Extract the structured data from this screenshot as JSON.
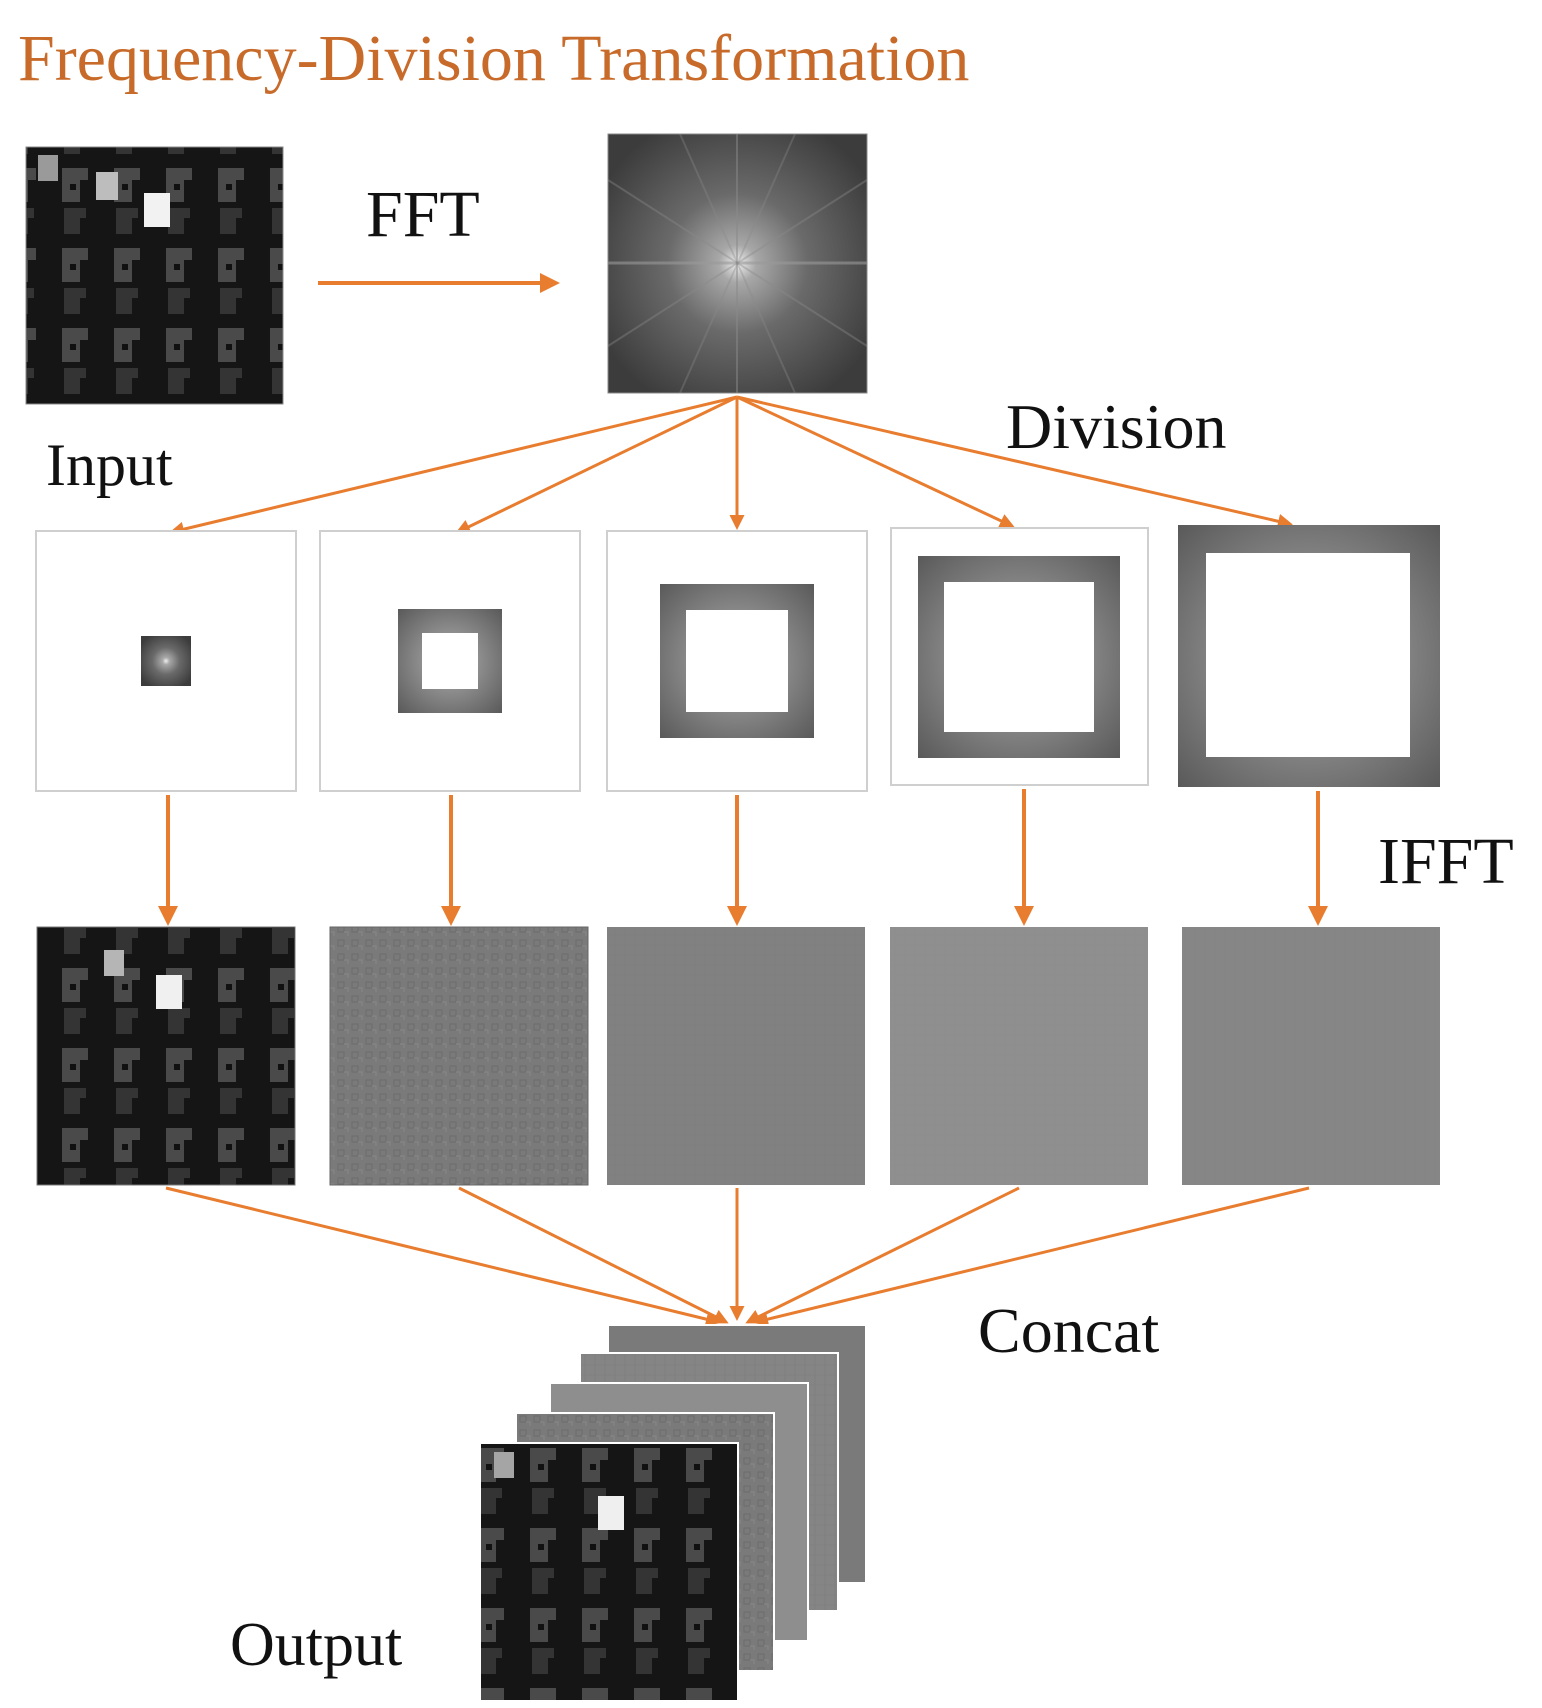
{
  "title": "Frequency-Division Transformation",
  "labels": {
    "fft": "FFT",
    "input": "Input",
    "division": "Division",
    "ifft": "IFFT",
    "concat": "Concat",
    "output": "Output"
  },
  "colors": {
    "accent": "#E87D2F",
    "title": "#C86B2A"
  }
}
